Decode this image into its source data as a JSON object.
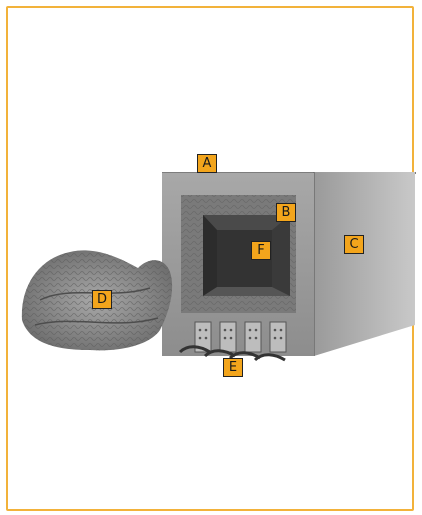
{
  "labels": {
    "a": "A",
    "b": "B",
    "c": "C",
    "d": "D",
    "e": "E",
    "f": "F"
  },
  "colors": {
    "border": "#f2b23a",
    "label_fill": "#f3a51c"
  }
}
